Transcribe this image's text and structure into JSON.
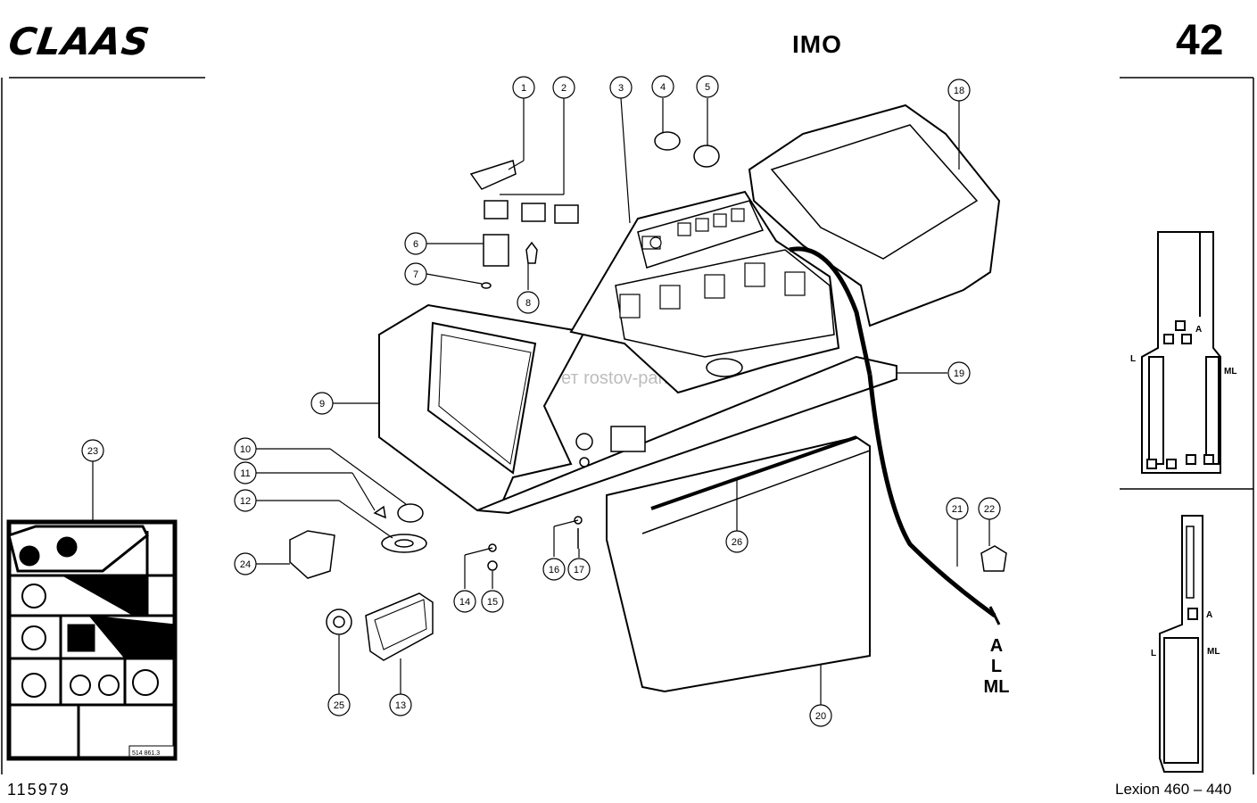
{
  "header": {
    "logo_text": "CLAAS",
    "section_title": "IMO",
    "page_number": "42"
  },
  "footer": {
    "doc_number": "115979",
    "model": "Lexion 460 – 440"
  },
  "watermark": "ООО Паритет rostov-paritet.ru",
  "connector_labels": {
    "a": "A",
    "l": "L",
    "ml": "ML"
  },
  "panel_label": "514 861.3",
  "callouts": [
    "1",
    "2",
    "3",
    "4",
    "5",
    "6",
    "7",
    "8",
    "9",
    "10",
    "11",
    "12",
    "13",
    "14",
    "15",
    "16",
    "17",
    "18",
    "19",
    "20",
    "21",
    "22",
    "23",
    "24",
    "25",
    "26"
  ]
}
